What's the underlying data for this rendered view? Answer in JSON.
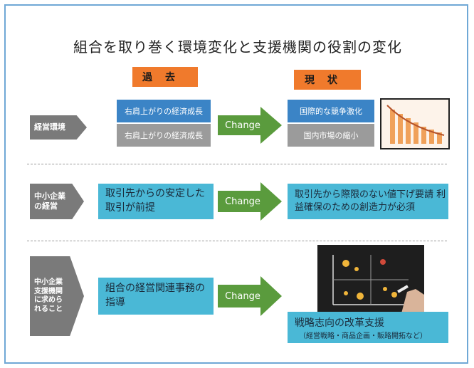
{
  "title": "組合を取り巻く環境変化と支援機関の役割の変化",
  "headers": {
    "past": "過去",
    "present": "現状"
  },
  "change_label": "Change",
  "rows": [
    {
      "label": "経営環境",
      "past": [
        "右肩上がりの経済成長",
        "右肩上がりの経済成長"
      ],
      "present": [
        "国際的な競争激化",
        "国内市場の縮小"
      ]
    },
    {
      "label": "中小企業の経営",
      "past": "取引先からの安定した取引が前提",
      "present": "取引先から際限のない値下げ要請 利益確保のための創造力が必須"
    },
    {
      "label": "中小企業支援機関に求められること",
      "past": "組合の経営関連事務の指導",
      "present_title": "戦略志向の改革支援",
      "present_sub": "（経営戦略・商品企画・販路開拓など）"
    }
  ],
  "colors": {
    "orange": "#f07a2c",
    "green": "#5a9b3d",
    "blue": "#3b84c6",
    "teal": "#4ab8d6",
    "gray": "#7a7a7a"
  }
}
